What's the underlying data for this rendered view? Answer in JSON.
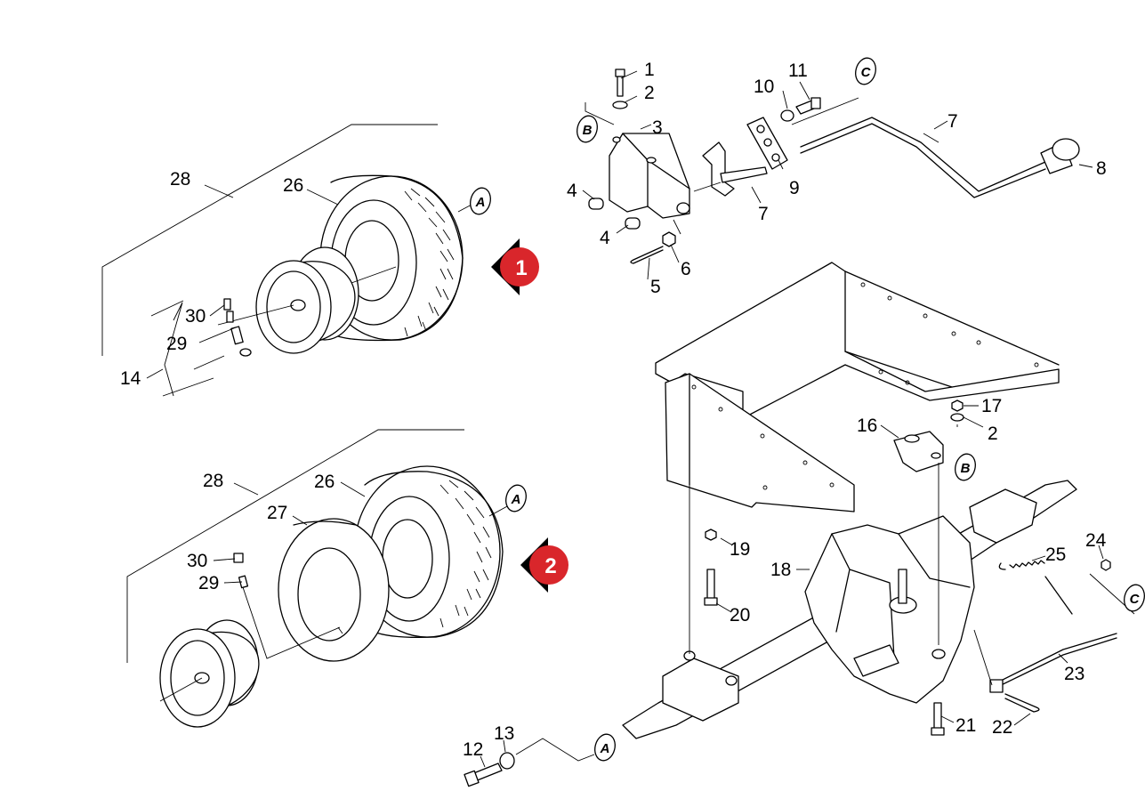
{
  "part_labels": {
    "p1": "1",
    "p2a": "2",
    "p3": "3",
    "p4a": "4",
    "p4b": "4",
    "p5": "5",
    "p6": "6",
    "p7a": "7",
    "p7b": "7",
    "p8": "8",
    "p9": "9",
    "p10": "10",
    "p11": "11",
    "p28a": "28",
    "p26a": "26",
    "p30a": "30",
    "p29a": "29",
    "p14": "14",
    "p28b": "28",
    "p26b": "26",
    "p27": "27",
    "p30b": "30",
    "p29b": "29",
    "p17": "17",
    "p2b": "2",
    "p16": "16",
    "p19": "19",
    "p18": "18",
    "p20": "20",
    "p25": "25",
    "p24": "24",
    "p23": "23",
    "p21": "21",
    "p22": "22",
    "p12": "12",
    "p13": "13"
  },
  "callouts": {
    "b_top": "B",
    "c_top": "C",
    "a_wheel1": "A",
    "a_wheel2": "A",
    "b_bracket": "B",
    "c_rod": "C",
    "a_bottom": "A"
  },
  "markers": {
    "m1": "1",
    "m2": "2"
  },
  "colors": {
    "marker_fill": "#d9262b",
    "marker_arrow": "#000000",
    "line": "#000000"
  }
}
